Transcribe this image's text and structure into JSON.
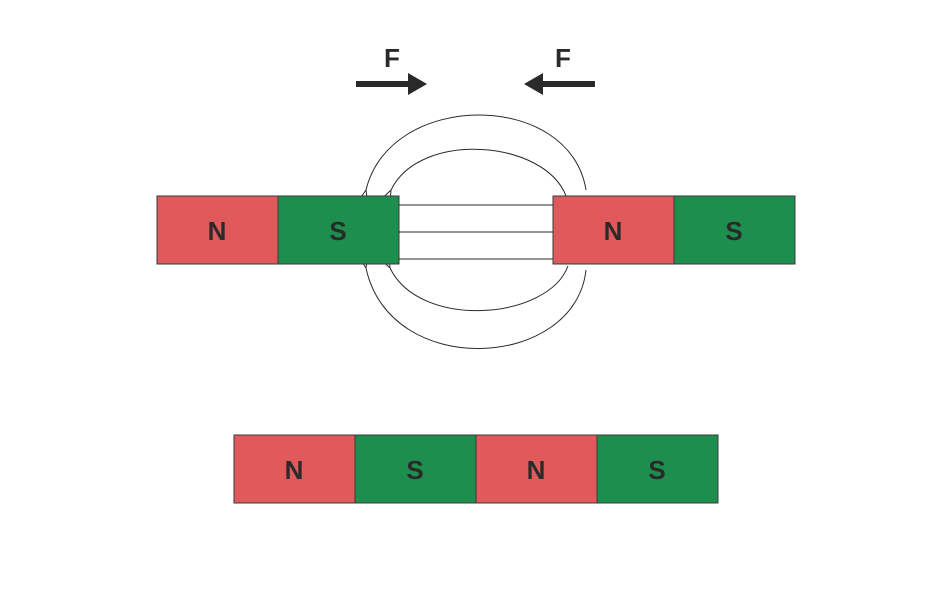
{
  "colors": {
    "north": "#e05a5c",
    "south": "#1e8e4f",
    "ink": "#2a2a2a",
    "background": "#ffffff"
  },
  "forces": {
    "left": {
      "label": "F",
      "direction": "right"
    },
    "right": {
      "label": "F",
      "direction": "left"
    }
  },
  "magnet_left": {
    "poles": [
      {
        "pole": "north",
        "label": "N"
      },
      {
        "pole": "south",
        "label": "S"
      }
    ]
  },
  "magnet_right": {
    "poles": [
      {
        "pole": "north",
        "label": "N"
      },
      {
        "pole": "south",
        "label": "S"
      }
    ]
  },
  "field_lines": {
    "straight_count": 3,
    "curved_pairs": 2,
    "arrow_direction": "toward-south-pole"
  },
  "joined_magnet": {
    "poles": [
      {
        "pole": "north",
        "label": "N"
      },
      {
        "pole": "south",
        "label": "S"
      },
      {
        "pole": "north",
        "label": "N"
      },
      {
        "pole": "south",
        "label": "S"
      }
    ]
  }
}
